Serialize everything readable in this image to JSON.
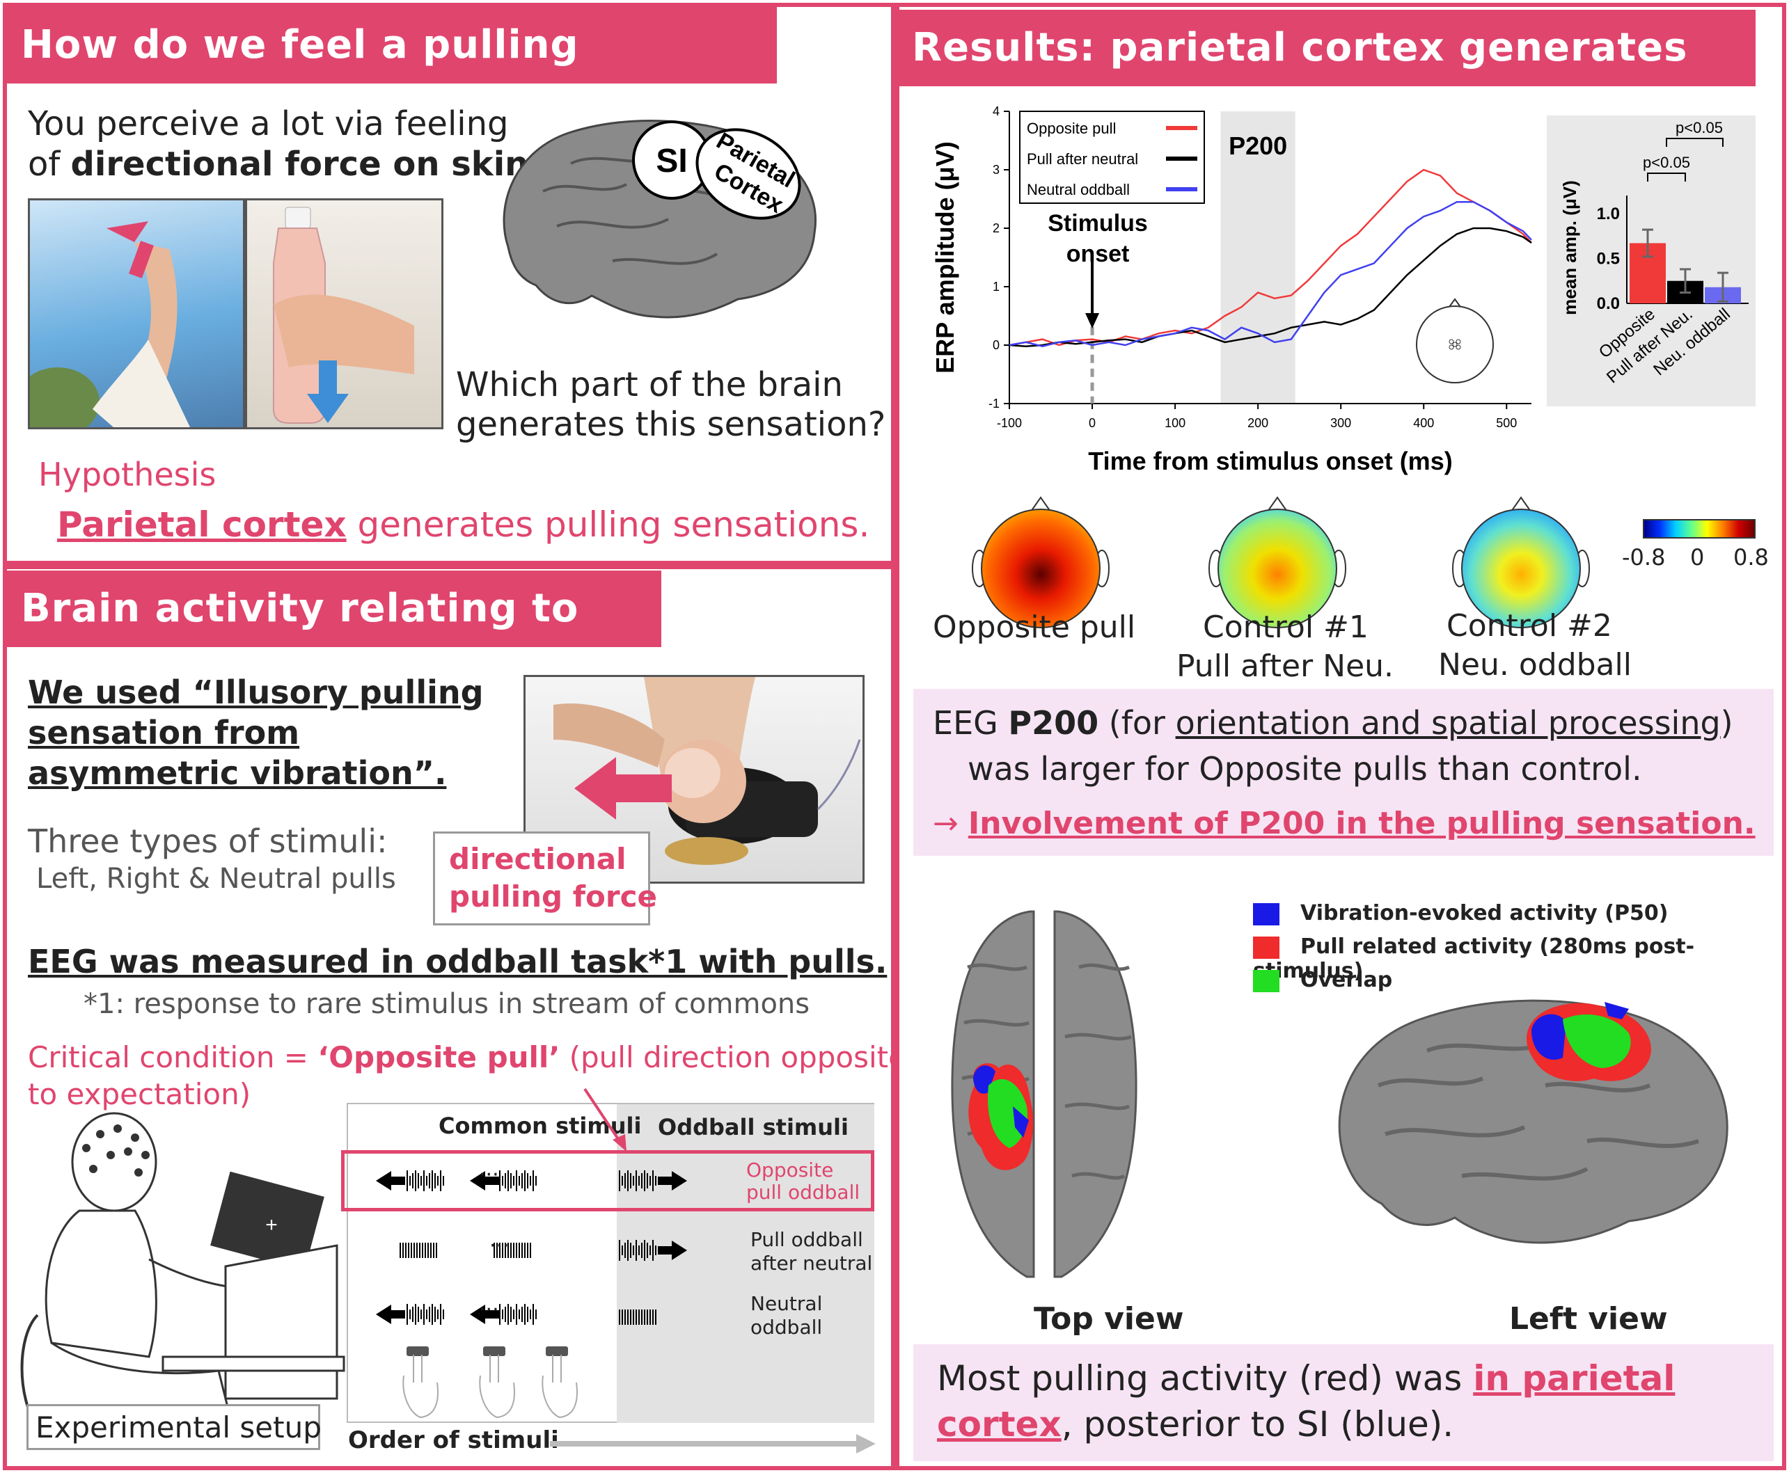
{
  "hypothesis_panel": {
    "title": "How do we feel a pulling sensation?",
    "intro_line1": "You perceive a lot via feeling",
    "intro_line2_pre": "of ",
    "intro_line2_bold": "directional force on skin.",
    "brain_label_si": "SI",
    "brain_label_parietal": "Parietal",
    "brain_label_cortex": "Cortex",
    "question_line1": "Which part of the brain",
    "question_line2": "generates this sensation?",
    "hypothesis_label": "Hypothesis",
    "hypothesis_bold": "Parietal cortex",
    "hypothesis_rest": " generates pulling sensations."
  },
  "methods_panel": {
    "title": "Brain activity relating to pull",
    "used_line1": "We used “Illusory pulling",
    "used_line2": "sensation from",
    "used_line3": "asymmetric vibration”.",
    "stimuli_line1": "Three types of stimuli:",
    "stimuli_line2": "Left, Right & Neutral pulls",
    "force_line1": "directional",
    "force_line2": "pulling force",
    "eeg_line": "EEG was measured in oddball task*1 with pulls.",
    "footnote": "*1: response to rare stimulus in stream of commons",
    "critical_pre": "Critical condition = ",
    "critical_bold": "‘Opposite pull’",
    "critical_rest": " (pull direction opposite",
    "critical_line2": "to expectation)",
    "common_label": "Common stimuli",
    "oddball_label": "Oddball stimuli",
    "row1_label_1": "Opposite",
    "row1_label_2": "pull oddball",
    "row2_label_1": "Pull oddball",
    "row2_label_2": "after neutral",
    "row3_label_1": "Neutral",
    "row3_label_2": "oddball",
    "ellipsis": "···",
    "order_label": "Order of stimuli",
    "setup_label": "Experimental setup"
  },
  "results_panel": {
    "title": "Results: parietal cortex generates pull",
    "p200_label": "P200",
    "onset_line1": "Stimulus",
    "onset_line2": "onset",
    "topo_labels": [
      {
        "line1": "Opposite pull",
        "line2": ""
      },
      {
        "line1": "Control #1",
        "line2": "Pull after Neu."
      },
      {
        "line1": "Control #2",
        "line2": "Neu. oddball"
      }
    ],
    "colorbar_ticks": [
      "-0.8",
      "0",
      "0.8"
    ],
    "box1_pre": "EEG ",
    "box1_bold": "P200",
    "box1_mid": " (for ",
    "box1_u": "orientation and spatial processing",
    "box1_end": ")",
    "box1_line2": "was larger for Opposite pulls than control.",
    "box1_arrow": "→ ",
    "box1_line3": "Involvement of P200 in the pulling sensation.",
    "legend": [
      {
        "label": "Vibration-evoked activity (P50)",
        "color": "#1a1ae6"
      },
      {
        "label": "Pull related activity (280ms post-stimulus)",
        "color": "#ef2b2b"
      },
      {
        "label": "Overlap",
        "color": "#22dd22"
      }
    ],
    "top_view": "Top view",
    "left_view": "Left view",
    "box2_pre": "Most pulling activity (red) was ",
    "box2_u1": "in parietal",
    "box2_u2": "cortex",
    "box2_rest": ", posterior to SI (blue)."
  },
  "colors": {
    "accent": "#e0456e",
    "opposite": "#f03a3a",
    "neutral_after": "#000000",
    "neutral_oddball": "#5b5bf0"
  },
  "chart_data": [
    {
      "type": "line",
      "xlabel": "Time from stimulus onset (ms)",
      "ylabel": "ERP amplitude (μV)",
      "xlim": [
        -100,
        530
      ],
      "ylim": [
        -1,
        4
      ],
      "xticks": [
        "-100",
        "0",
        "100",
        "200",
        "300",
        "400",
        "500"
      ],
      "yticks": [
        "-1",
        "0",
        "1",
        "2",
        "3",
        "4"
      ],
      "shaded_window": [
        155,
        245
      ],
      "legend_position": "top-left",
      "series": [
        {
          "name": "Opposite pull",
          "color": "#f03a3a",
          "x": [
            -100,
            -80,
            -60,
            -40,
            -20,
            0,
            20,
            40,
            60,
            80,
            100,
            120,
            140,
            160,
            180,
            200,
            220,
            240,
            260,
            280,
            300,
            320,
            340,
            360,
            380,
            400,
            420,
            440,
            460,
            480,
            500,
            520,
            530
          ],
          "y": [
            0,
            0.05,
            0.1,
            0,
            0.08,
            0.1,
            0.05,
            0.15,
            0.1,
            0.2,
            0.25,
            0.2,
            0.3,
            0.5,
            0.65,
            0.9,
            0.8,
            0.85,
            1.1,
            1.4,
            1.7,
            1.9,
            2.2,
            2.5,
            2.8,
            3.0,
            2.9,
            2.6,
            2.45,
            2.3,
            2.1,
            1.9,
            1.75
          ]
        },
        {
          "name": "Pull after neutral",
          "color": "#000000",
          "x": [
            -100,
            -80,
            -60,
            -40,
            -20,
            0,
            20,
            40,
            60,
            80,
            100,
            120,
            140,
            160,
            180,
            200,
            220,
            240,
            260,
            280,
            300,
            320,
            340,
            360,
            380,
            400,
            420,
            440,
            460,
            480,
            500,
            520,
            530
          ],
          "y": [
            0,
            -0.02,
            0,
            0.05,
            0.02,
            0.05,
            0.08,
            0.1,
            0.05,
            0.15,
            0.2,
            0.25,
            0.15,
            0.05,
            0.1,
            0.15,
            0.2,
            0.3,
            0.35,
            0.4,
            0.35,
            0.45,
            0.6,
            0.9,
            1.2,
            1.45,
            1.7,
            1.9,
            2.0,
            2.0,
            1.95,
            1.85,
            1.75
          ]
        },
        {
          "name": "Neutral oddball",
          "color": "#4040f0",
          "x": [
            -100,
            -80,
            -60,
            -40,
            -20,
            0,
            20,
            40,
            60,
            80,
            100,
            120,
            140,
            160,
            180,
            200,
            220,
            240,
            260,
            280,
            300,
            320,
            340,
            360,
            380,
            400,
            420,
            440,
            460,
            480,
            500,
            520,
            530
          ],
          "y": [
            0,
            0.05,
            -0.02,
            0.05,
            0.08,
            0,
            0.05,
            0,
            0.1,
            0.15,
            0.2,
            0.3,
            0.25,
            0.1,
            0.3,
            0.2,
            0.05,
            0.1,
            0.5,
            0.9,
            1.2,
            1.3,
            1.4,
            1.7,
            2.0,
            2.2,
            2.3,
            2.45,
            2.45,
            2.3,
            2.1,
            1.95,
            1.8
          ]
        }
      ]
    },
    {
      "type": "bar",
      "ylabel": "mean amp. (μV)",
      "ylim": [
        0,
        1.2
      ],
      "yticks": [
        "0.0",
        "0.5",
        "1.0"
      ],
      "categories": [
        "Opposite",
        "Pull after Neu.",
        "Neu. oddball"
      ],
      "values": [
        0.67,
        0.25,
        0.18
      ],
      "errors": [
        0.15,
        0.13,
        0.16
      ],
      "colors": [
        "#f03a3a",
        "#000000",
        "#6a6af0"
      ],
      "significance": [
        "p<0.05",
        "p<0.05"
      ]
    }
  ]
}
